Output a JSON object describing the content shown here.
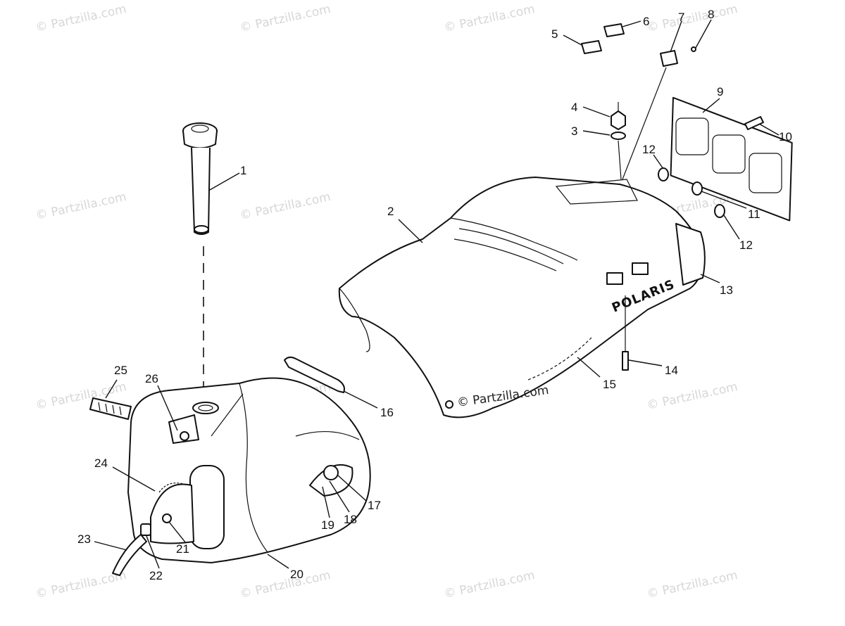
{
  "watermark": {
    "text": "© Partzilla.com"
  },
  "callouts": {
    "c1": "1",
    "c2": "2",
    "c3": "3",
    "c4": "4",
    "c5": "5",
    "c6": "6",
    "c7": "7",
    "c8": "8",
    "c9": "9",
    "c10": "10",
    "c11": "11",
    "c12a": "12",
    "c12b": "12",
    "c13": "13",
    "c14": "14",
    "c15": "15",
    "c16": "16",
    "c17": "17",
    "c18": "18",
    "c19": "19",
    "c20": "20",
    "c21": "21",
    "c22": "22",
    "c23": "23",
    "c24": "24",
    "c25": "25",
    "c26": "26"
  },
  "seat_brand": "POLARIS"
}
